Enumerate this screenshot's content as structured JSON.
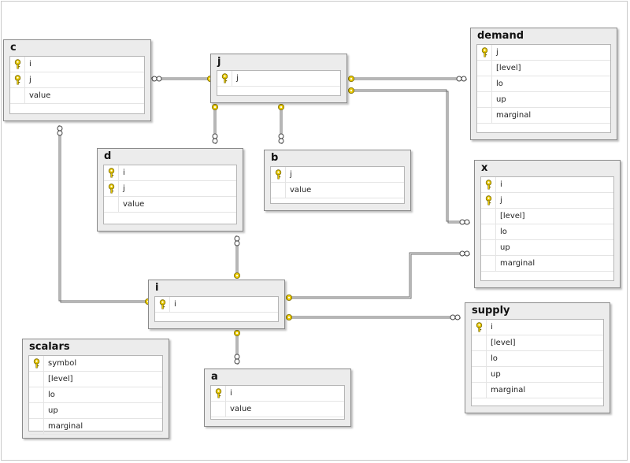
{
  "tables": {
    "c": {
      "title": "c",
      "fields": [
        {
          "name": "i",
          "key": true
        },
        {
          "name": "j",
          "key": true
        },
        {
          "name": "value",
          "key": false
        }
      ]
    },
    "j": {
      "title": "j",
      "fields": [
        {
          "name": "j",
          "key": true
        }
      ]
    },
    "demand": {
      "title": "demand",
      "fields": [
        {
          "name": "j",
          "key": true
        },
        {
          "name": "[level]",
          "key": false
        },
        {
          "name": "lo",
          "key": false
        },
        {
          "name": "up",
          "key": false
        },
        {
          "name": "marginal",
          "key": false
        }
      ]
    },
    "d": {
      "title": "d",
      "fields": [
        {
          "name": "i",
          "key": true
        },
        {
          "name": "j",
          "key": true
        },
        {
          "name": "value",
          "key": false
        }
      ]
    },
    "b": {
      "title": "b",
      "fields": [
        {
          "name": "j",
          "key": true
        },
        {
          "name": "value",
          "key": false
        }
      ]
    },
    "x": {
      "title": "x",
      "fields": [
        {
          "name": "i",
          "key": true
        },
        {
          "name": "j",
          "key": true
        },
        {
          "name": "[level]",
          "key": false
        },
        {
          "name": "lo",
          "key": false
        },
        {
          "name": "up",
          "key": false
        },
        {
          "name": "marginal",
          "key": false
        }
      ]
    },
    "i": {
      "title": "i",
      "fields": [
        {
          "name": "i",
          "key": true
        }
      ]
    },
    "scalars": {
      "title": "scalars",
      "fields": [
        {
          "name": "symbol",
          "key": true
        },
        {
          "name": "[level]",
          "key": false
        },
        {
          "name": "lo",
          "key": false
        },
        {
          "name": "up",
          "key": false
        },
        {
          "name": "marginal",
          "key": false
        }
      ]
    },
    "a": {
      "title": "a",
      "fields": [
        {
          "name": "i",
          "key": true
        },
        {
          "name": "value",
          "key": false
        }
      ]
    },
    "supply": {
      "title": "supply",
      "fields": [
        {
          "name": "i",
          "key": true
        },
        {
          "name": "[level]",
          "key": false
        },
        {
          "name": "lo",
          "key": false
        },
        {
          "name": "up",
          "key": false
        },
        {
          "name": "marginal",
          "key": false
        }
      ]
    }
  },
  "relationships": [
    {
      "from": "c",
      "to": "j"
    },
    {
      "from": "c",
      "to": "i"
    },
    {
      "from": "d",
      "to": "j"
    },
    {
      "from": "b",
      "to": "j"
    },
    {
      "from": "demand",
      "to": "j"
    },
    {
      "from": "x",
      "to": "j"
    },
    {
      "from": "d",
      "to": "i"
    },
    {
      "from": "x",
      "to": "i"
    },
    {
      "from": "supply",
      "to": "i"
    },
    {
      "from": "a",
      "to": "i"
    }
  ],
  "colors": {
    "key": "#e8c800",
    "line": "#6e6e6e",
    "header": "#ececec"
  },
  "icons": {
    "key": "key-icon",
    "many_end": "infinity-icon"
  }
}
